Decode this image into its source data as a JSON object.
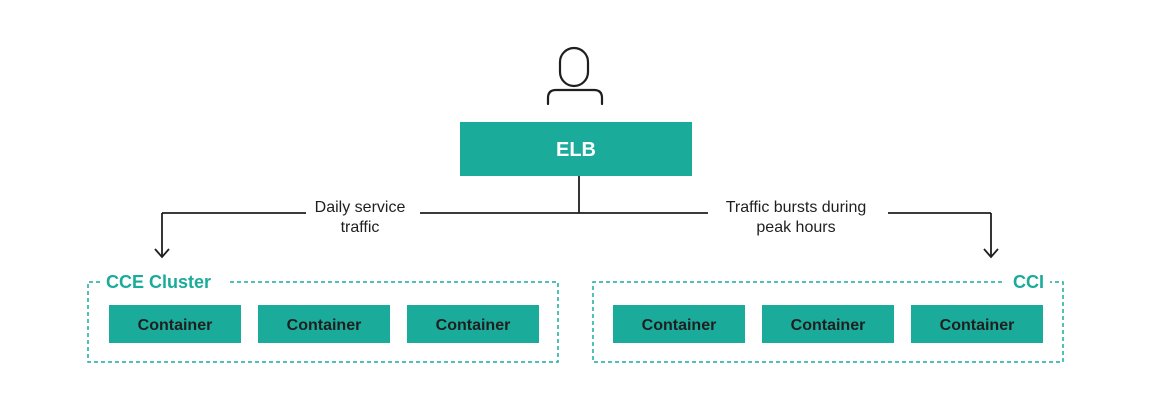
{
  "colors": {
    "teal": "#1aab9b",
    "line": "#1f1f1f",
    "text": "#1f1f1f",
    "background": "#ffffff"
  },
  "icons": {
    "user": "user-icon"
  },
  "elb": {
    "label": "ELB"
  },
  "flows": {
    "left_line1": "Daily service",
    "left_line2": "traffic",
    "right_line1": "Traffic bursts during",
    "right_line2": "peak hours"
  },
  "groups": {
    "left_title": "CCE Cluster",
    "right_title": "CCI"
  },
  "containers": {
    "left": [
      {
        "label": "Container"
      },
      {
        "label": "Container"
      },
      {
        "label": "Container"
      }
    ],
    "right": [
      {
        "label": "Container"
      },
      {
        "label": "Container"
      },
      {
        "label": "Container"
      }
    ]
  }
}
